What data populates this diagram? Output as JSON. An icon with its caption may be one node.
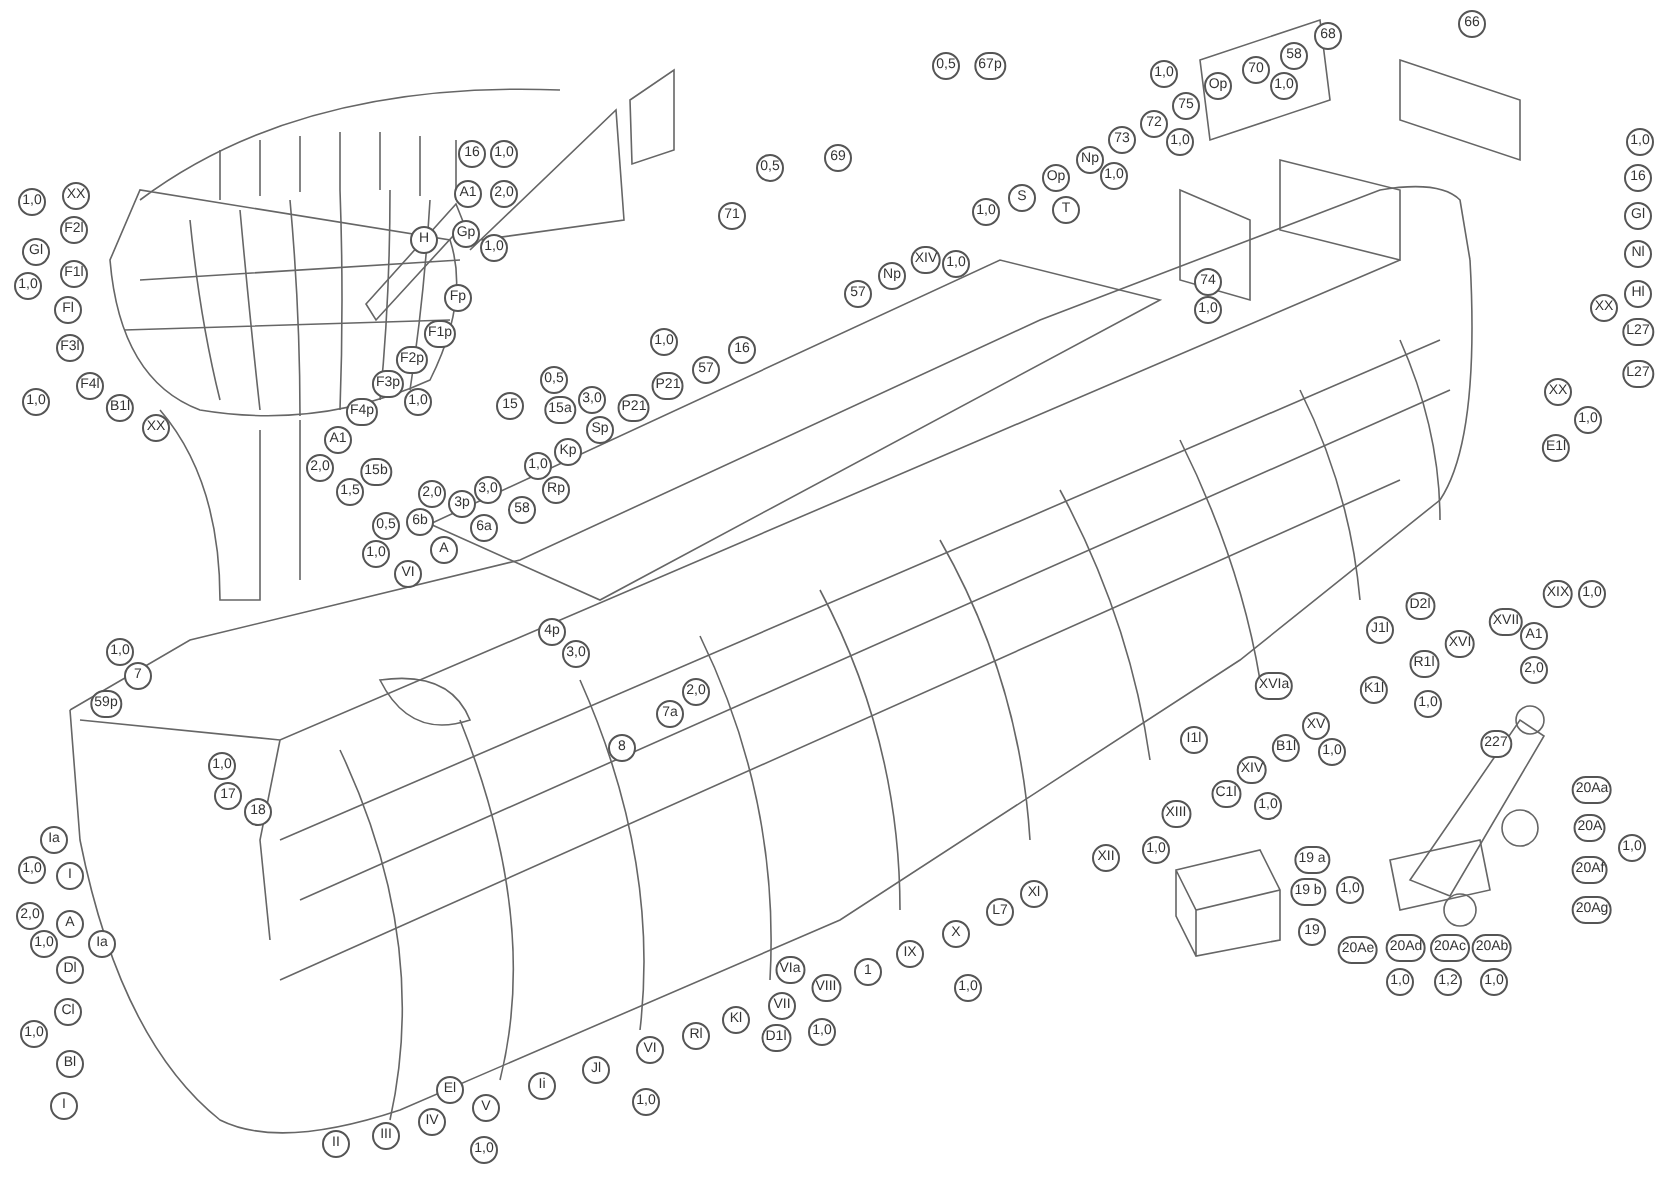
{
  "diagram": {
    "labels": [
      "66",
      "68",
      "58",
      "0,5",
      "67p",
      "70",
      "1,0",
      "Op",
      "1,0",
      "75",
      "72",
      "73",
      "1,0",
      "1,0",
      "16",
      "1,0",
      "69",
      "Np",
      "0,5",
      "1,0",
      "Op",
      "16",
      "A1",
      "2,0",
      "XX",
      "S",
      "1,0",
      "T",
      "1,0",
      "71",
      "Gl",
      "F2l",
      "Gp",
      "H",
      "1,0",
      "Gl",
      "Nl",
      "XIV",
      "1,0",
      "F1l",
      "Np",
      "74",
      "1,0",
      "57",
      "Hl",
      "Fp",
      "XX",
      "Fl",
      "1,0",
      "L27",
      "F1p",
      "1,0",
      "F3l",
      "16",
      "F2p",
      "57",
      "L27",
      "0,5",
      "F3p",
      "F4l",
      "P21",
      "XX",
      "3,0",
      "1,0",
      "1,0",
      "15",
      "B1l",
      "P21",
      "15a",
      "F4p",
      "1,0",
      "XX",
      "Sp",
      "A1",
      "E1l",
      "Kp",
      "1,0",
      "2,0",
      "15b",
      "Rp",
      "3,0",
      "1,5",
      "2,0",
      "3p",
      "58",
      "6b",
      "0,5",
      "6a",
      "A",
      "1,0",
      "VI",
      "XIX",
      "1,0",
      "D2l",
      "XVII",
      "J1l",
      "4p",
      "A1",
      "XVI",
      "1,0",
      "3,0",
      "R1l",
      "2,0",
      "7",
      "XVIa",
      "K1l",
      "2,0",
      "59p",
      "1,0",
      "7a",
      "XV",
      "I1l",
      "227",
      "8",
      "B1l",
      "1,0",
      "XIV",
      "1,0",
      "20Aa",
      "C1l",
      "17",
      "1,0",
      "18",
      "XIII",
      "20A",
      "Ia",
      "1,0",
      "1,0",
      "XII",
      "19 a",
      "20Af",
      "1,0",
      "I",
      "19 b",
      "1,0",
      "Xl",
      "20Ag",
      "L7",
      "2,0",
      "A",
      "X",
      "19",
      "1,0",
      "Ia",
      "20Ab",
      "20Ad",
      "20Ac",
      "20Ae",
      "IX",
      "Dl",
      "VIa",
      "1",
      "1,0",
      "1,2",
      "1,0",
      "VIII",
      "1,0",
      "VII",
      "Cl",
      "Kl",
      "1,0",
      "1,0",
      "Rl",
      "D1l",
      "VI",
      "Bl",
      "Jl",
      "Ii",
      "El",
      "1,0",
      "V",
      "I",
      "IV",
      "III",
      "II",
      "1,0"
    ]
  }
}
